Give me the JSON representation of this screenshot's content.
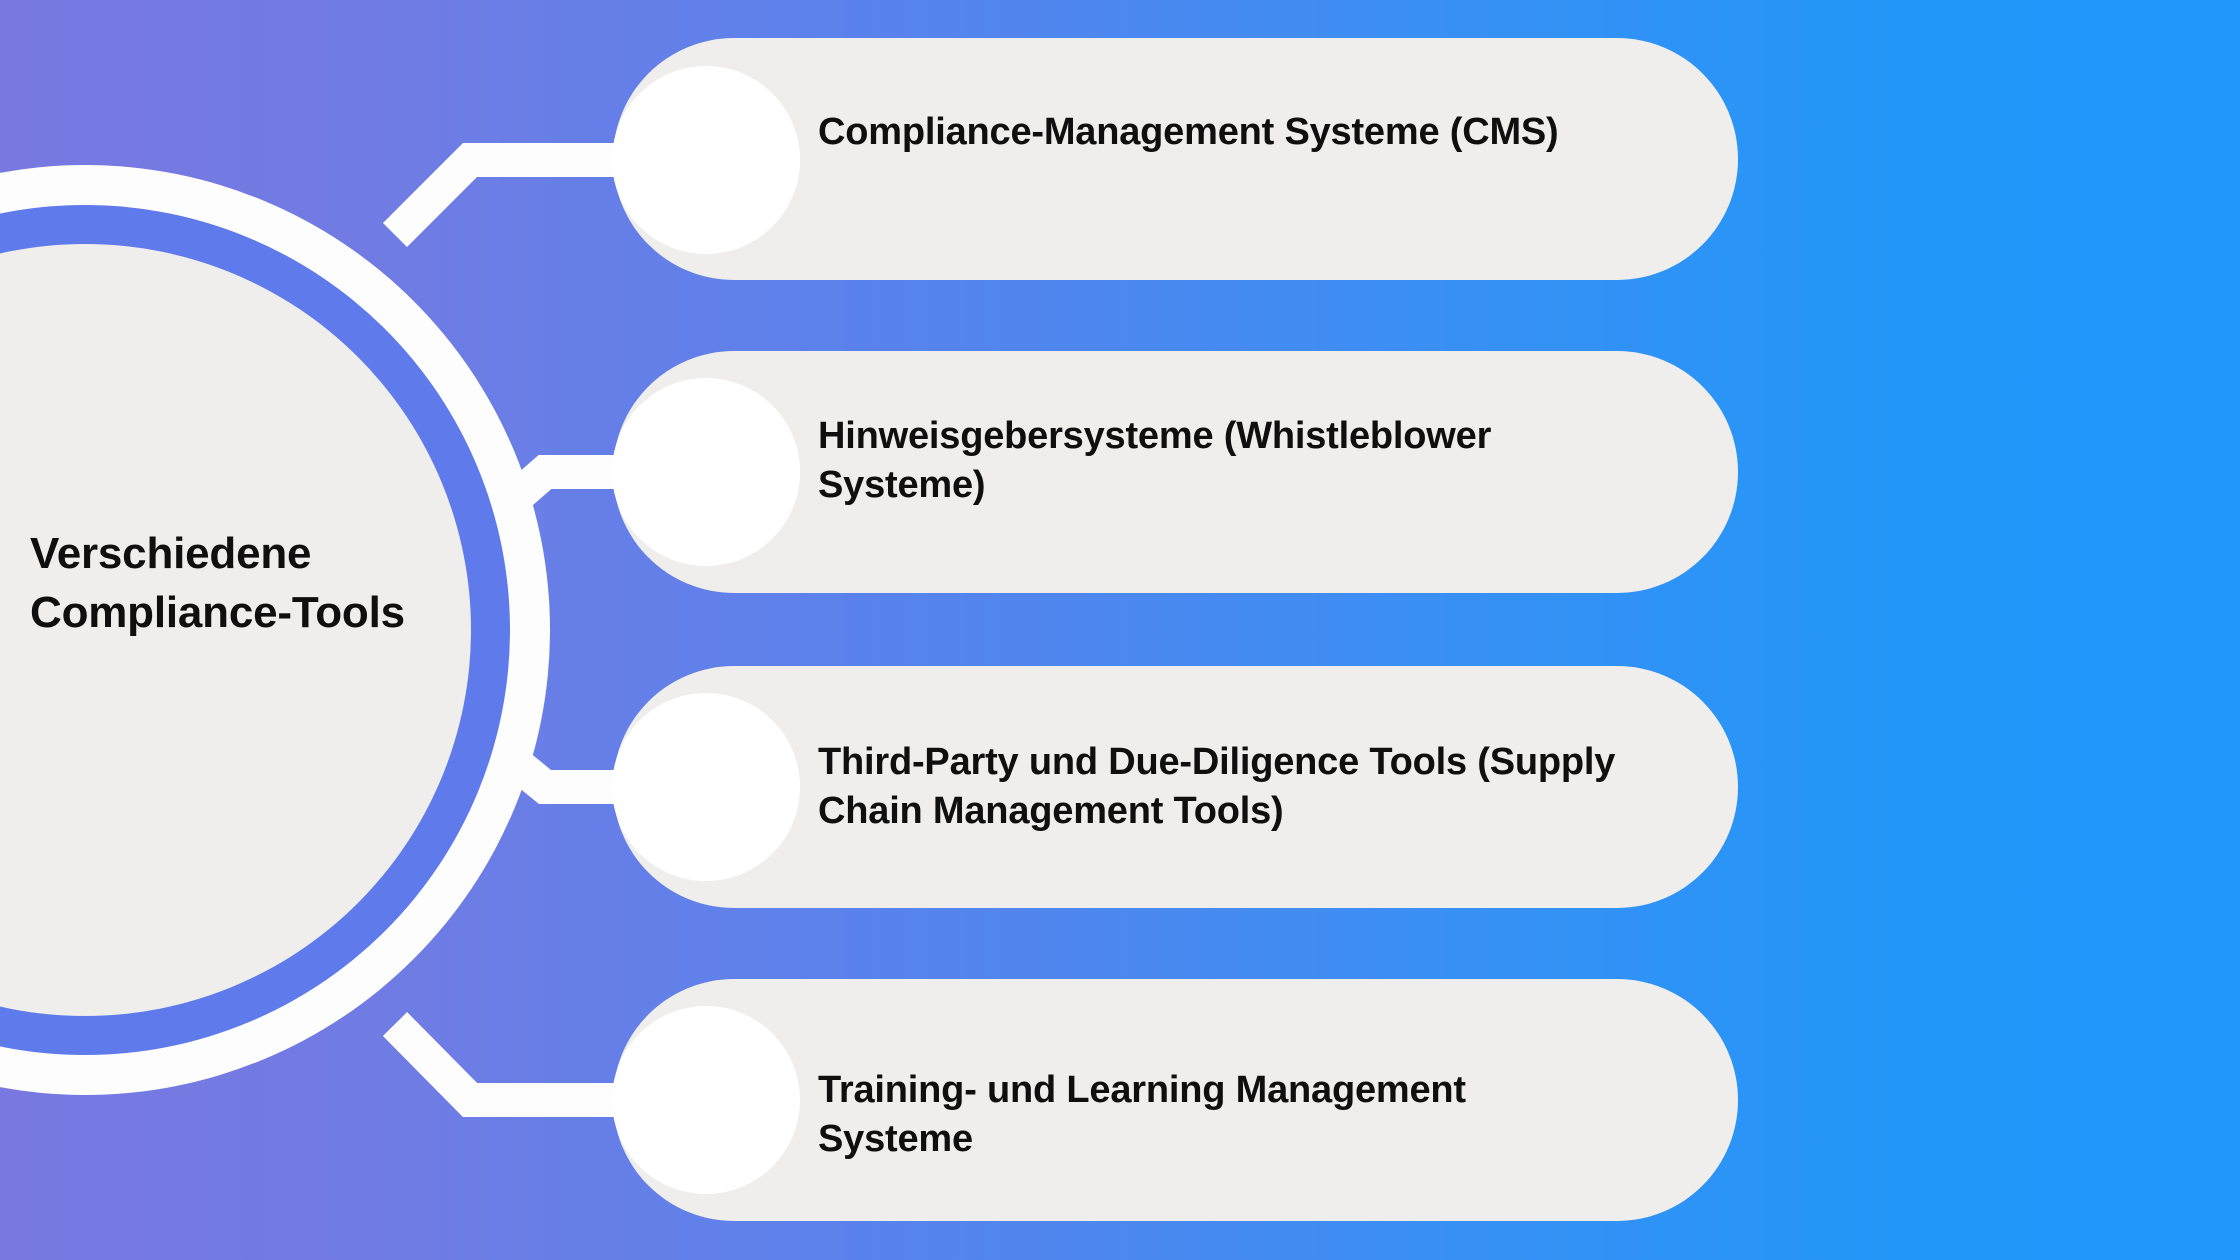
{
  "diagram": {
    "type": "radial-branch",
    "title": "Verschiedene Compliance-Tools",
    "hub": {
      "label": "Verschiedene Compliance-Tools",
      "icon": "hub-circle-icon"
    },
    "colors": {
      "background_start": "#7878E0",
      "background_end": "#2196F9",
      "card_surface": "#EFEEED",
      "ring_accent": "#5F7BEB",
      "ring_outline": "#FDFDFD",
      "node_marker": "#FFFFFF",
      "text": "#100F0F"
    },
    "branches": [
      {
        "index": 1,
        "label": "Compliance-Management Systeme (CMS)",
        "marker_icon": "node-bullet-icon"
      },
      {
        "index": 2,
        "label": "Hinweisgebersysteme (Whistleblower Systeme)",
        "marker_icon": "node-bullet-icon"
      },
      {
        "index": 3,
        "label": "Third-Party und Due-Diligence Tools (Supply Chain Management Tools)",
        "marker_icon": "node-bullet-icon"
      },
      {
        "index": 4,
        "label": "Training- und Learning Management Systeme",
        "marker_icon": "node-bullet-icon"
      }
    ]
  }
}
